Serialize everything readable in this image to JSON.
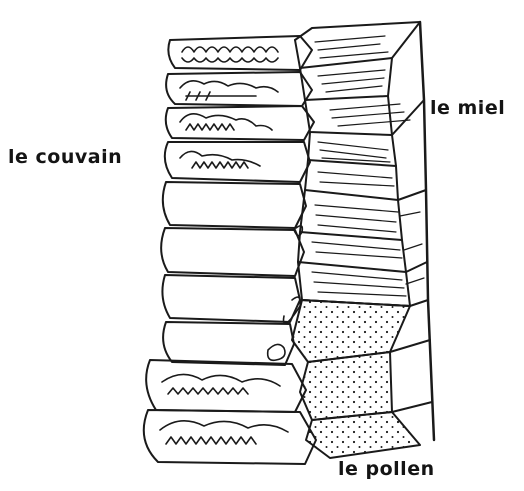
{
  "labels": {
    "couvain": "le couvain",
    "miel": "le miel",
    "pollen": "le pollen"
  },
  "colors": {
    "ink": "#1a1a1a",
    "paper": "#ffffff"
  }
}
